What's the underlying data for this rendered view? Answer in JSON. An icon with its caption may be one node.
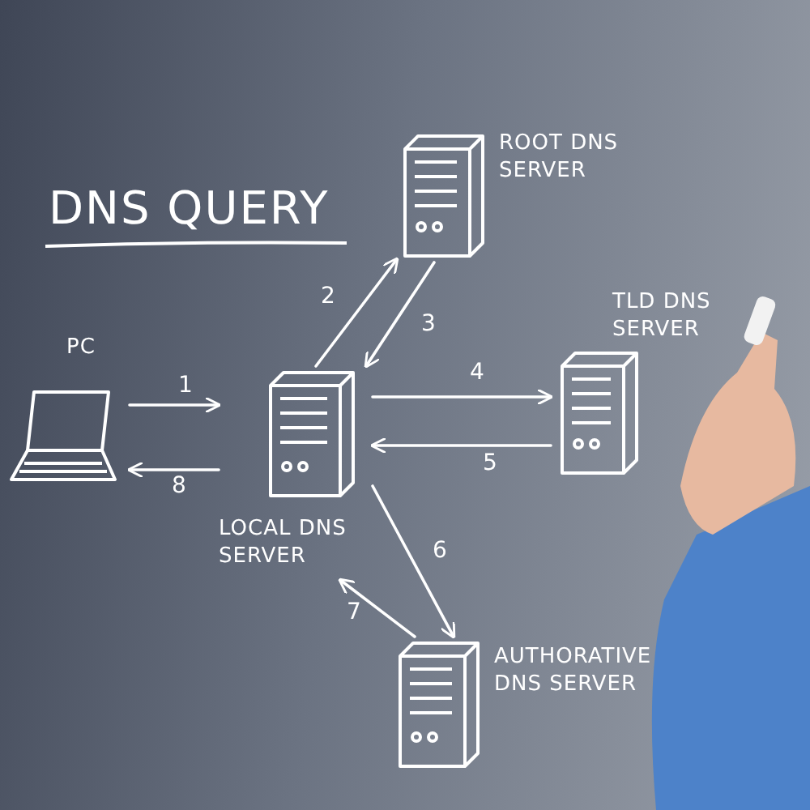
{
  "diagram": {
    "title": "DNS QUERY",
    "nodes": [
      {
        "text": [
          "PC"
        ]
      },
      {
        "text": [
          "LOCAL DNS SERVER"
        ]
      },
      {
        "text": [
          "ROOT DNS SERVER"
        ]
      },
      {
        "text": [
          "TLD DNS SERVER"
        ]
      },
      {
        "text": [
          "AUTHORATIVE DNS SERVER"
        ]
      }
    ],
    "edges": [
      {
        "from": 0,
        "to": 1,
        "arrow": "to",
        "label": "1"
      },
      {
        "from": 1,
        "to": 2,
        "arrow": "to",
        "label": "2"
      },
      {
        "from": 2,
        "to": 1,
        "arrow": "to",
        "label": "3"
      },
      {
        "from": 1,
        "to": 3,
        "arrow": "to",
        "label": "4"
      },
      {
        "from": 3,
        "to": 1,
        "arrow": "to",
        "label": "5"
      },
      {
        "from": 1,
        "to": 4,
        "arrow": "to",
        "label": "6"
      },
      {
        "from": 4,
        "to": 1,
        "arrow": "to",
        "label": "7"
      },
      {
        "from": 1,
        "to": 0,
        "arrow": "to",
        "label": "8"
      }
    ]
  }
}
